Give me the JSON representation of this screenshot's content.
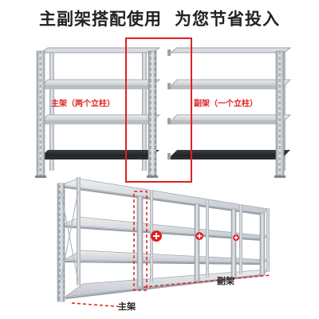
{
  "headline": {
    "part1": "主副架搭配使用",
    "part2": "为您节省投入"
  },
  "labels": {
    "main_rack": "主架（两个立柱）",
    "sub_rack": "副架（一个立柱）",
    "bottom_main": "主架",
    "bottom_sub": "副架"
  },
  "colors": {
    "accent_red": "#e02020",
    "title": "#222222",
    "frame_silver": "#c9cdd2",
    "frame_dark": "#8e959c",
    "shelf_board": "#d8dbdf",
    "bottom_board": "#2b2e31"
  }
}
